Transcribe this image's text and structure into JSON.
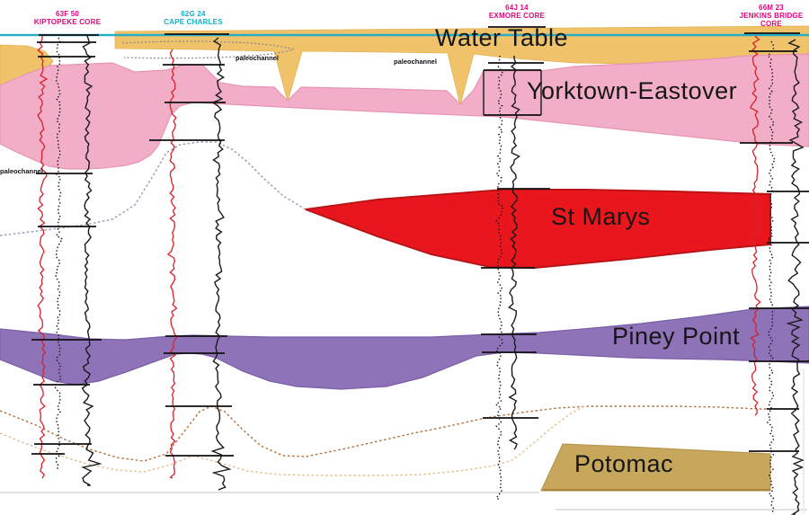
{
  "layers": {
    "water_table": {
      "label": "Water Table",
      "color": "#f0c36b"
    },
    "yorktown_eastover": {
      "label": "Yorktown-Eastover",
      "color": "#f2aec7"
    },
    "st_marys": {
      "label": "St Marys",
      "color": "#e9161d"
    },
    "piney_point": {
      "label": "Piney Point",
      "color": "#8f73b9"
    },
    "potomac": {
      "label": "Potomac",
      "color": "#c6a75c"
    }
  },
  "annotations": {
    "paleochannel": "paleochannel"
  },
  "wells": [
    {
      "code": "63F 50",
      "name": "KIPTOPEKE CORE",
      "color": "#e6007e"
    },
    {
      "code": "62G 24",
      "name": "CAPE CHARLES",
      "color": "#10afc8"
    },
    {
      "code": "64J 14",
      "name": "EXMORE CORE",
      "color": "#e6007e"
    },
    {
      "code": "66M 23",
      "name": "JENKINS BRIDGE",
      "name2": "CORE",
      "color": "#e6007e"
    }
  ],
  "colors": {
    "water_table_line": "#27aec5",
    "yorktown_bottom_dashed": "#96a0b4",
    "upper_brown_dashed": "#b5713d",
    "lower_tan_dashed": "#e5bd8e",
    "log_red": "#d6202a",
    "log_black": "#1a1a1a"
  }
}
